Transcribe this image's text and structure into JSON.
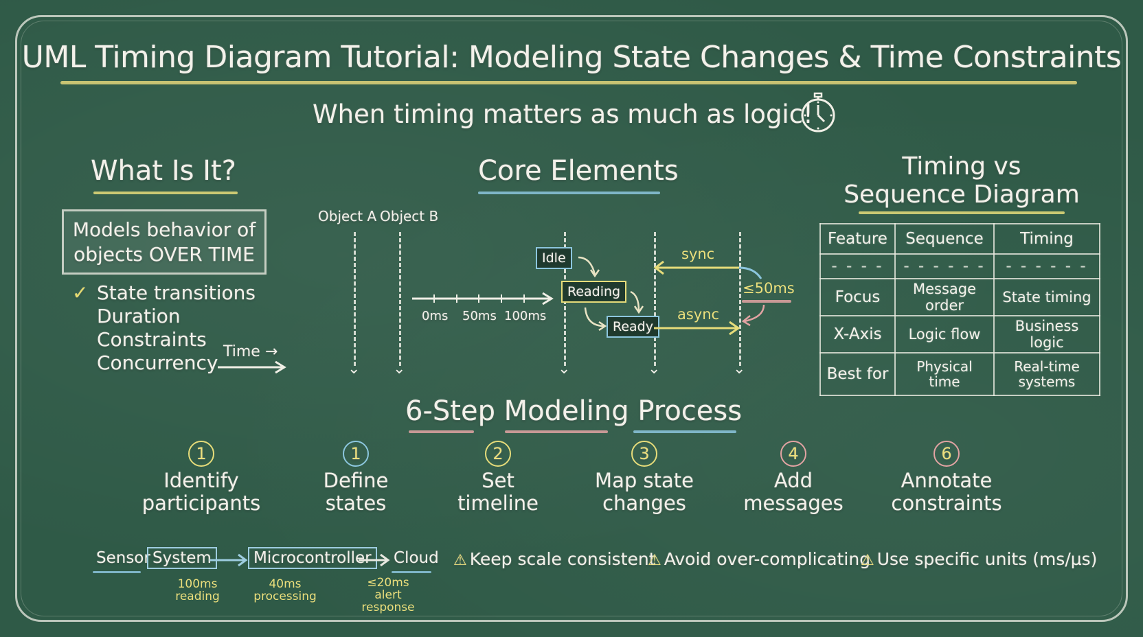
{
  "header": {
    "title": "UML Timing Diagram Tutorial: Modeling State Changes & Time Constraints",
    "subtitle": "When timing matters as much as logic!",
    "subtitle_icon": "stopwatch-icon"
  },
  "what_is_it": {
    "heading": "What Is It?",
    "box_line1": "Models behavior of",
    "box_line2": "objects OVER TIME",
    "check_icon": "✓",
    "items": [
      "State transitions",
      "Duration",
      "Constraints",
      "Concurrency"
    ],
    "time_label": "Time →"
  },
  "core_elements": {
    "heading": "Core Elements",
    "lifelines": [
      "Object A",
      "Object B"
    ],
    "time_ticks": [
      "0ms",
      "50ms",
      "100ms"
    ],
    "states": [
      "Idle",
      "Reading",
      "Ready"
    ],
    "messages": {
      "sync": "sync",
      "async": "async"
    },
    "constraint": "≤50ms"
  },
  "comparison": {
    "heading_line1": "Timing vs",
    "heading_line2": "Sequence Diagram",
    "columns": [
      "Feature",
      "Sequence",
      "Timing"
    ],
    "rows": [
      [
        "Focus",
        "Message order",
        "State timing"
      ],
      [
        "X-Axis",
        "Logic flow",
        "Business logic"
      ],
      [
        "Best for",
        "Physical time",
        "Real-time systems"
      ]
    ],
    "best_for_seq_lines": [
      "Physical",
      "time"
    ],
    "best_for_timing_lines": [
      "Real-time",
      "systems"
    ]
  },
  "process": {
    "heading": "6-Step Modeling Process",
    "steps": [
      {
        "num": "1",
        "line1": "Identify",
        "line2": "participants",
        "color": "#e6dc7a"
      },
      {
        "num": "1",
        "line1": "Define",
        "line2": "states",
        "color": "#8cc6de"
      },
      {
        "num": "2",
        "line1": "Set",
        "line2": "timeline",
        "color": "#e6dc7a"
      },
      {
        "num": "3",
        "line1": "Map state",
        "line2": "changes",
        "color": "#e6dc7a"
      },
      {
        "num": "4",
        "line1": "Add",
        "line2": "messages",
        "color": "#e2a3a3"
      },
      {
        "num": "6",
        "line1": "Annotate",
        "line2": "constraints",
        "color": "#e2a3a3"
      }
    ]
  },
  "example_flow": {
    "sensor": "Sensor",
    "system": "System",
    "micro": "Microcontroller",
    "cloud": "Cloud",
    "note1_a": "100ms",
    "note1_b": "reading",
    "note2_a": "40ms",
    "note2_b": "processing",
    "note3_a": "≤20ms",
    "note3_b": "alert response"
  },
  "tips": [
    "Keep scale consistent",
    "Avoid over-complicating",
    "Use specific units (ms/µs)"
  ],
  "colors": {
    "board": "#2f5a47",
    "chalk_white": "#f3f1ea",
    "chalk_yellow": "#e6dc7a",
    "chalk_blue": "#8cc6de",
    "chalk_pink": "#e2a3a3"
  }
}
